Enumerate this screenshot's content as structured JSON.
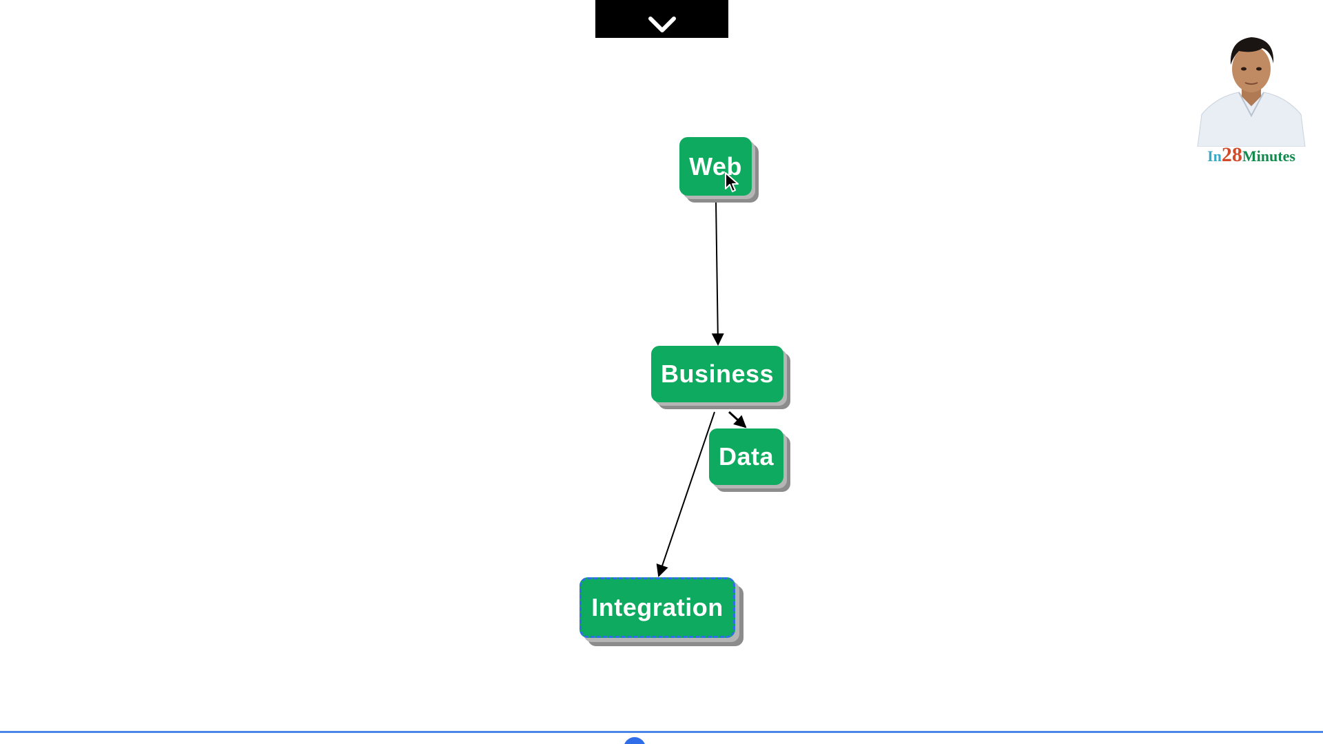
{
  "diagram": {
    "nodes": [
      {
        "id": "web",
        "label": "Web"
      },
      {
        "id": "business",
        "label": "Business"
      },
      {
        "id": "data",
        "label": "Data"
      },
      {
        "id": "integration",
        "label": "Integration",
        "selected": true
      }
    ],
    "edges": [
      {
        "from": "web",
        "to": "business"
      },
      {
        "from": "business",
        "to": "data"
      },
      {
        "from": "business",
        "to": "integration"
      }
    ],
    "node_color": "#0eaa5f",
    "selection_color": "#2f6ee8"
  },
  "brand": {
    "part1": "In",
    "part2": "28",
    "part3": "Minutes"
  },
  "icons": {
    "collapse": "chevron-down-icon",
    "cursor": "mouse-pointer-icon"
  },
  "colors": {
    "progress": "#4a86e8"
  }
}
